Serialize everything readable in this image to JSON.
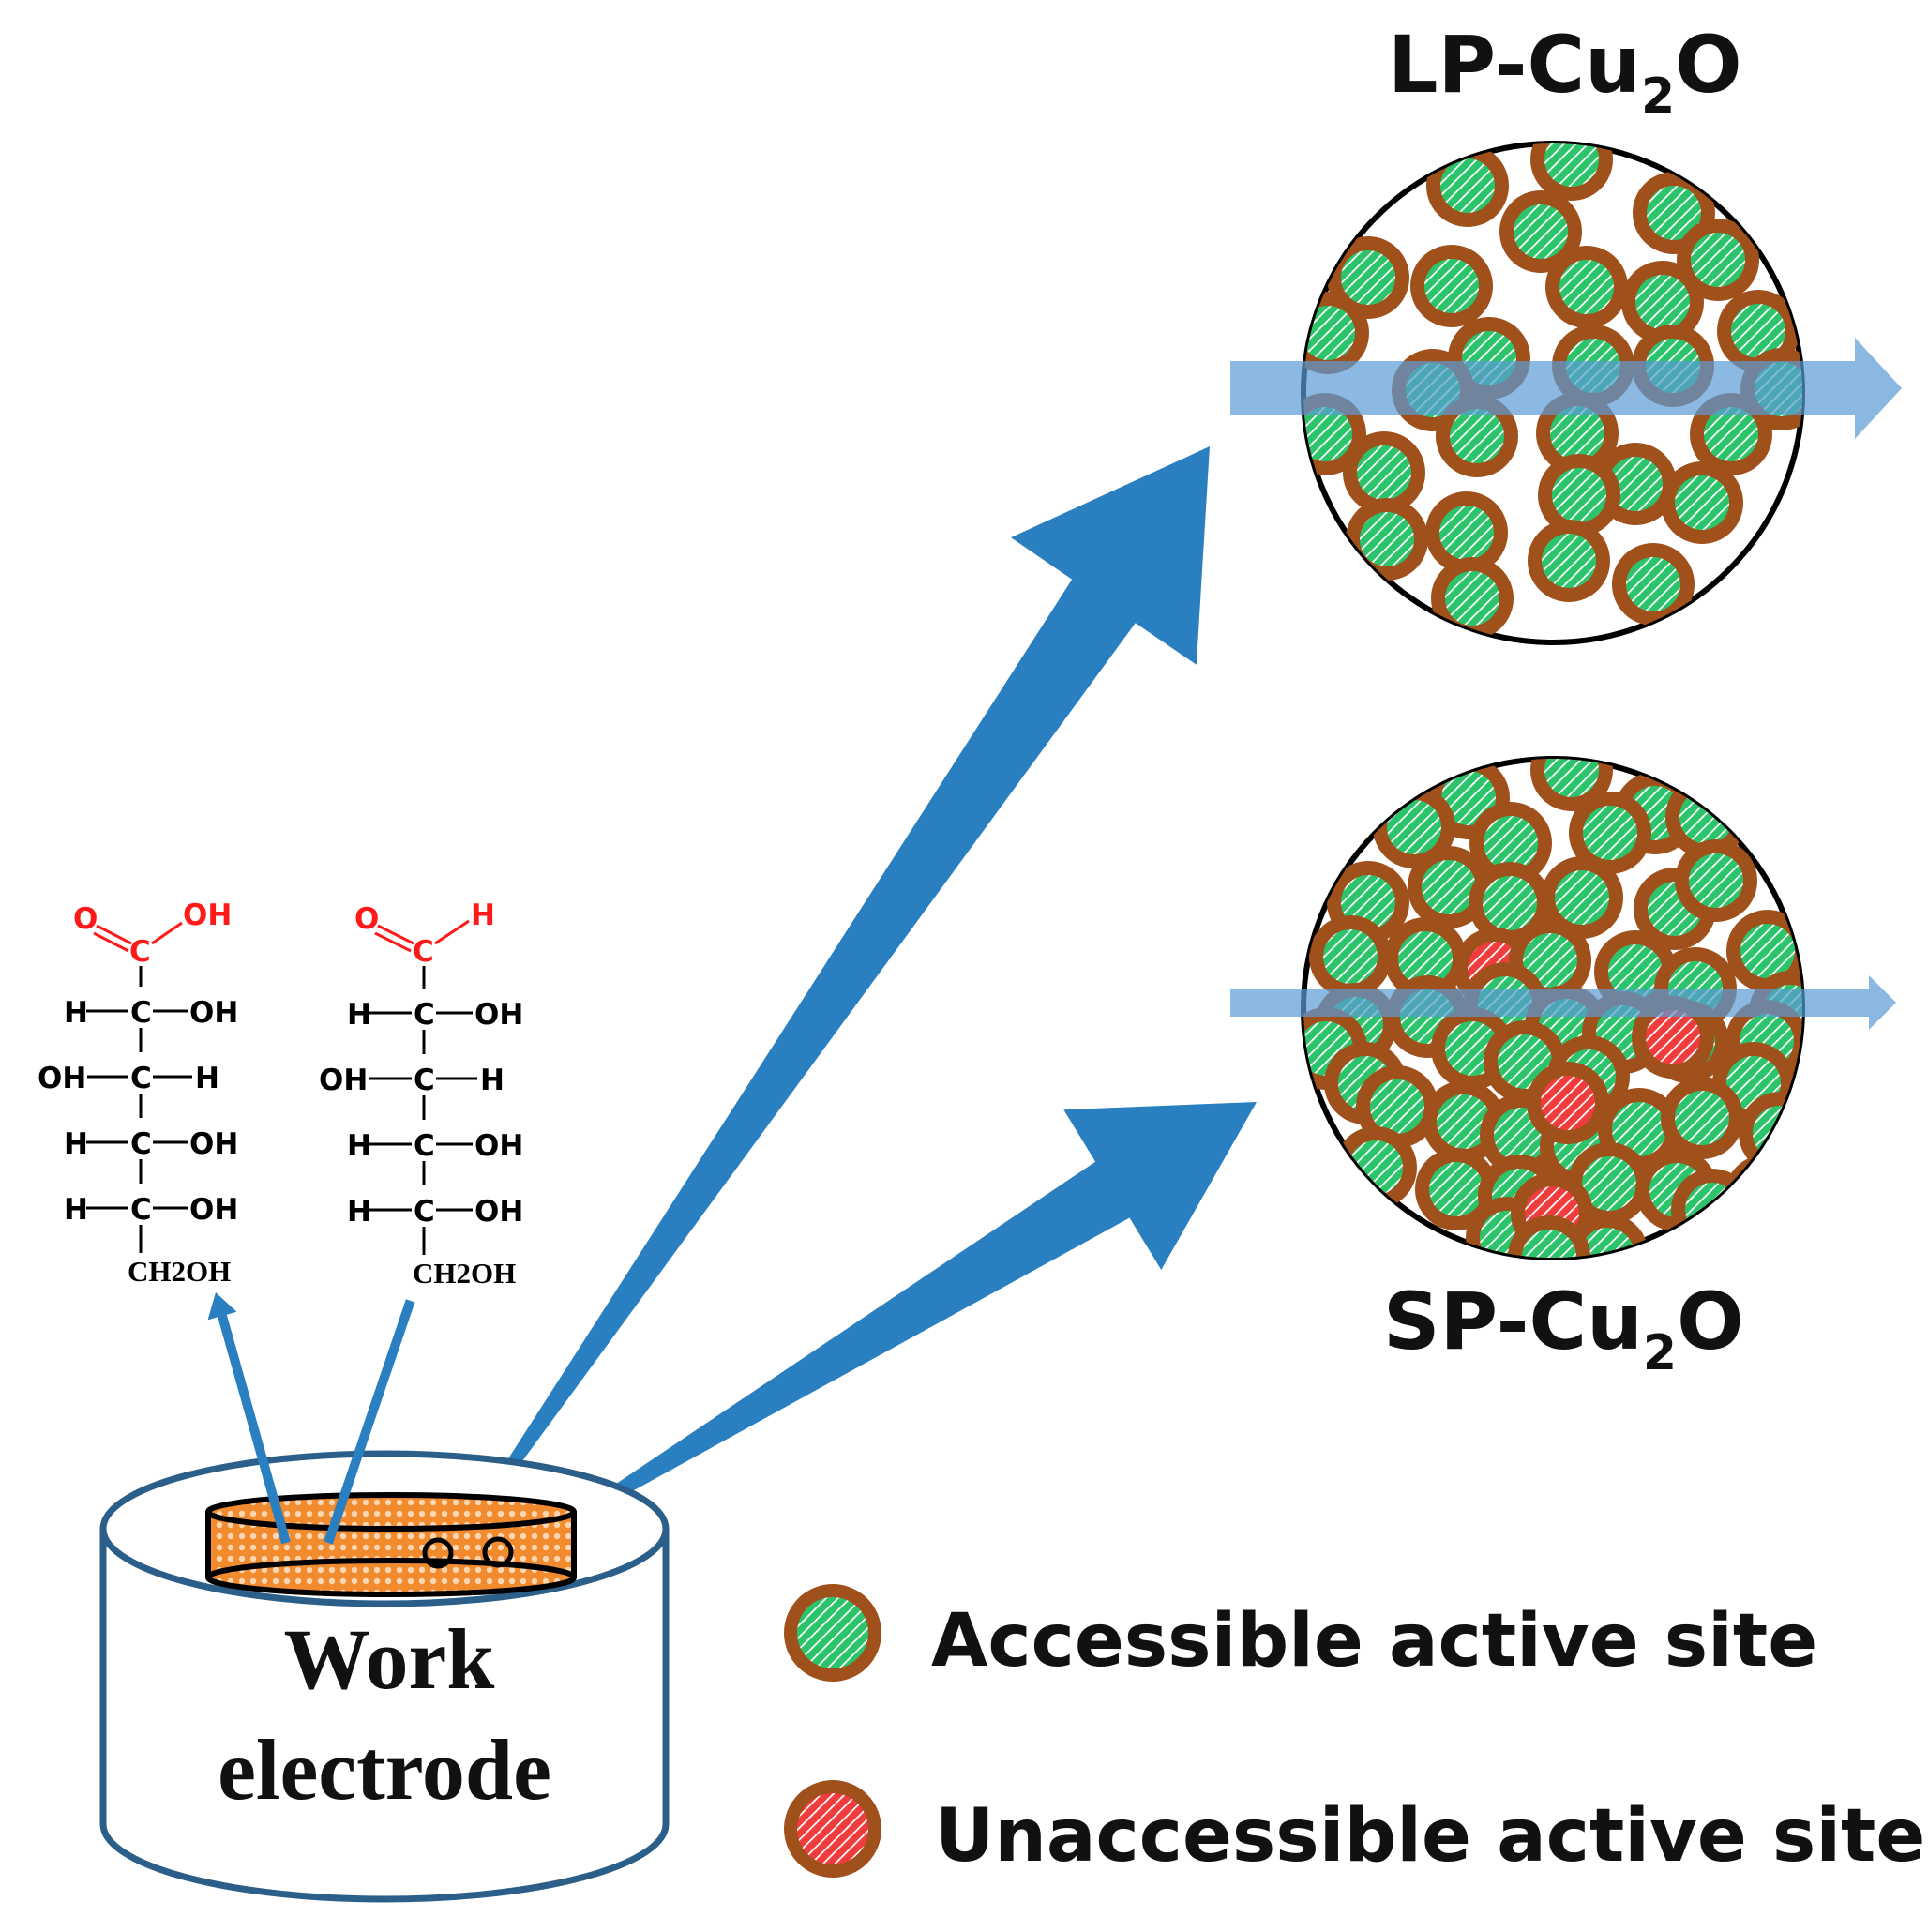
{
  "labels": {
    "lp_prefix": "LP-Cu",
    "lp_sub": "2",
    "lp_suffix": "O",
    "sp_prefix": "SP-Cu",
    "sp_sub": "2",
    "sp_suffix": "O",
    "electrode_line1": "Work",
    "electrode_line2": "electrode"
  },
  "legend": {
    "accessible": "Accessible active site",
    "unaccessible": "Unaccessible active site"
  },
  "molecule_acid": {
    "top_o": "O",
    "top_oh": "OH",
    "top_c": "C",
    "rows": [
      {
        "left": "H",
        "c": "C",
        "right": "OH"
      },
      {
        "left": "OH",
        "c": "C",
        "right": "H"
      },
      {
        "left": "H",
        "c": "C",
        "right": "OH"
      },
      {
        "left": "H",
        "c": "C",
        "right": "OH"
      }
    ],
    "bottom": "CH2OH"
  },
  "molecule_aldehyde": {
    "top_o": "O",
    "top_h": "H",
    "top_c": "C",
    "rows": [
      {
        "left": "H",
        "c": "C",
        "right": "OH"
      },
      {
        "left": "OH",
        "c": "C",
        "right": "H"
      },
      {
        "left": "H",
        "c": "C",
        "right": "OH"
      },
      {
        "left": "H",
        "c": "C",
        "right": "OH"
      }
    ],
    "bottom": "CH2OH"
  },
  "colors": {
    "arrow_blue": "#2a7fc1",
    "flow_blue": "#5b9bd5",
    "particle_brown": "#a0501a",
    "active_green": "#2bc46a",
    "inactive_red": "#f03c3c",
    "chem_red": "#ff1a1a",
    "electrode_outline": "#2b5f8a",
    "film_orange": "#f28a2e"
  },
  "icons": {
    "accessible_site": "green-hatched-particle-icon",
    "unaccessible_site": "red-hatched-particle-icon"
  }
}
